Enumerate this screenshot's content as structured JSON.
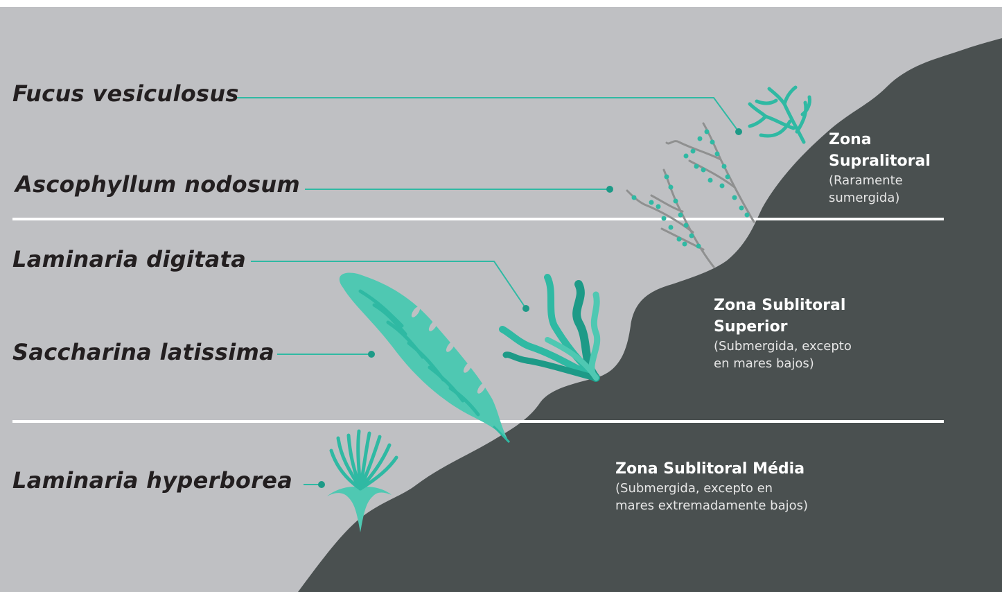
{
  "colors": {
    "water": "#bfc0c3",
    "rock": "#4a5050",
    "teal": "#2fb9a3",
    "teal_dark": "#1d9a87",
    "teal_light": "#4fc8b2",
    "grey_plant": "#8f9090",
    "label_text": "#231f20",
    "zone_text": "#ffffff",
    "divider": "#ffffff"
  },
  "species": [
    {
      "name": "Fucus vesiculosus",
      "icon": "branching-seaweed-icon"
    },
    {
      "name": "Ascophyllum nodosum",
      "icon": "knotted-wrack-icon"
    },
    {
      "name": "Laminaria digitata",
      "icon": "kelp-fronds-icon"
    },
    {
      "name": "Saccharina latissima",
      "icon": "sugar-kelp-blade-icon"
    },
    {
      "name": "Laminaria hyperborea",
      "icon": "kelp-cluster-icon"
    }
  ],
  "zones": [
    {
      "title": [
        "Zona",
        "Supralitoral"
      ],
      "desc": [
        "(Raramente",
        "sumergida)"
      ]
    },
    {
      "title": [
        "Zona Sublitoral",
        "Superior"
      ],
      "desc": [
        "(Submergida, excepto",
        "en mares bajos)"
      ]
    },
    {
      "title": [
        "Zona Sublitoral Média"
      ],
      "desc": [
        "(Submergida, excepto en",
        "mares extremadamente bajos)"
      ]
    }
  ]
}
